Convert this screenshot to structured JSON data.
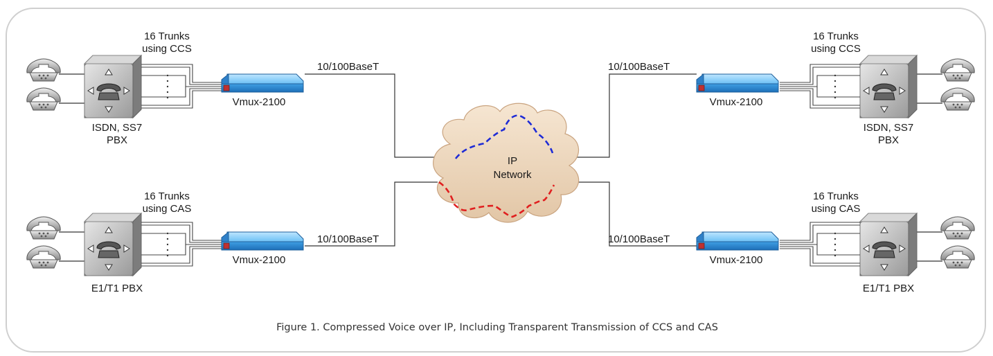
{
  "diagram": {
    "caption": "Figure 1.  Compressed Voice over IP, Including Transparent Transmission of CCS and CAS",
    "cloud_label": [
      "IP",
      "Network"
    ],
    "link_label": "10/100BaseT",
    "sites": {
      "top_left": {
        "trunk_label": [
          "16 Trunks",
          "using CCS"
        ],
        "device": "Vmux-2100",
        "pbx_label": [
          "ISDN, SS7",
          "PBX"
        ]
      },
      "top_right": {
        "trunk_label": [
          "16 Trunks",
          "using CCS"
        ],
        "device": "Vmux-2100",
        "pbx_label": [
          "ISDN, SS7",
          "PBX"
        ]
      },
      "bottom_left": {
        "trunk_label": [
          "16 Trunks",
          "using CAS"
        ],
        "device": "Vmux-2100",
        "pbx_label": [
          "E1/T1 PBX"
        ]
      },
      "bottom_right": {
        "trunk_label": [
          "16 Trunks",
          "using CAS"
        ],
        "device": "Vmux-2100",
        "pbx_label": [
          "E1/T1 PBX"
        ]
      }
    },
    "colors": {
      "cloud_fill": "#ecd6be",
      "ccs_path": "#1e2bd6",
      "cas_path": "#e01f1f",
      "vmux_body": "#4aa8e8"
    }
  }
}
